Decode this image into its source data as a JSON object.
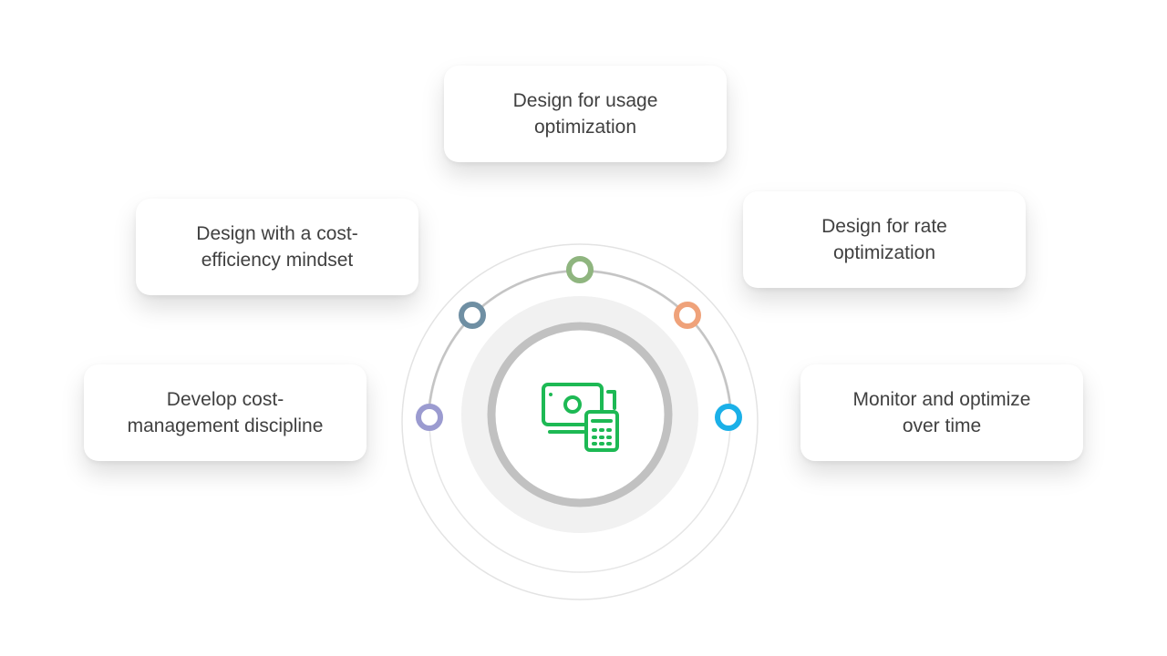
{
  "cards": {
    "usage": "Design for usage optimization",
    "mindset": "Design with a cost-efficiency mindset",
    "rate": "Design for rate optimization",
    "discipline": "Develop cost-management discipline",
    "monitor": "Monitor and optimize over time"
  },
  "colors": {
    "usage_node": "#8FB57F",
    "mindset_node": "#6F8FA3",
    "rate_node": "#EFA27A",
    "discipline_node": "#9B9BD0",
    "monitor_node": "#1BB0E8",
    "icon": "#1DB954"
  },
  "center_icon": "money-calculator-icon"
}
